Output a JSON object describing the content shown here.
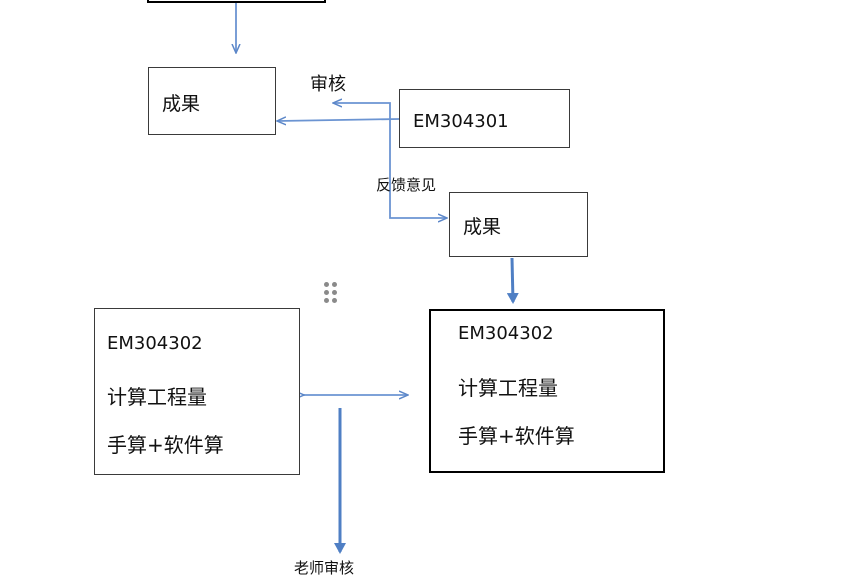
{
  "diagram": {
    "result_box_1": {
      "label": "成果"
    },
    "audit_label": "审核",
    "em304301_box": {
      "label": "EM304301"
    },
    "feedback_label": "反馈意见",
    "result_box_2": {
      "label": "成果"
    },
    "left_box": {
      "code": "EM304302",
      "line1": "计算工程量",
      "line2": "手算+软件算"
    },
    "right_box": {
      "code": "EM304302",
      "line1": "计算工程量",
      "line2": "手算+软件算"
    },
    "teacher_review_label": "老师审核",
    "colors": {
      "arrow": "#4f7fc4",
      "arrow_light": "#6b94d2",
      "box_border": "#3a3a3a",
      "box_border_strong": "#000000"
    }
  }
}
